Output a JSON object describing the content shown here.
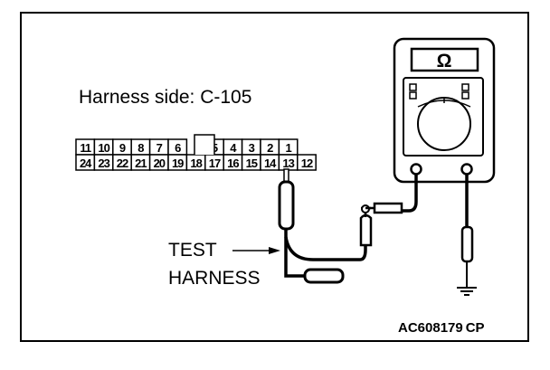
{
  "harness_label": "Harness side: C-105",
  "connector": {
    "top_row": [
      "11",
      "10",
      "9",
      "8",
      "7",
      "6",
      "",
      "5",
      "4",
      "3",
      "2",
      "1"
    ],
    "bottom_row": [
      "24",
      "23",
      "22",
      "21",
      "20",
      "19",
      "18",
      "17",
      "16",
      "15",
      "14",
      "13",
      "12"
    ]
  },
  "meter": {
    "unit_symbol": "Ω"
  },
  "test_harness_label": {
    "line1": "TEST",
    "line2": "HARNESS"
  },
  "figure_code": "AC608179",
  "figure_suffix": "CP",
  "colors": {
    "ink": "#000000",
    "paper": "#ffffff"
  }
}
